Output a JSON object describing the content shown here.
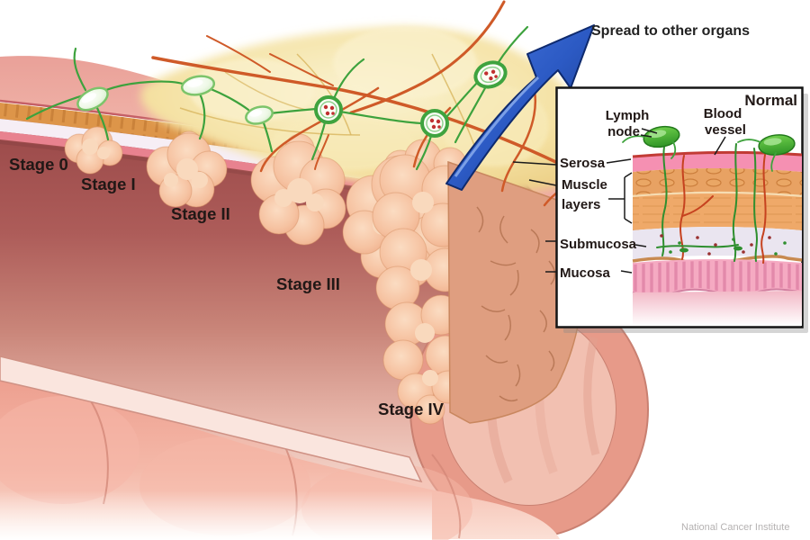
{
  "annotations": {
    "spread": "Spread to other organs",
    "credit": "National Cancer Institute"
  },
  "stage_labels": [
    "Stage 0",
    "Stage I",
    "Stage II",
    "Stage III",
    "Stage IV"
  ],
  "inset": {
    "title": "Normal",
    "lymph_node": [
      "Lymph",
      "node"
    ],
    "blood_vessel": [
      "Blood",
      "vessel"
    ],
    "layers": [
      "Serosa",
      "Muscle",
      "layers",
      "Submucosa",
      "Mucosa"
    ]
  },
  "colors": {
    "arrow_blue": "#2c5ac4",
    "lymph_green": "#3da23d",
    "vessel_red": "#cf5a28",
    "fat_yellow": "#f2dc96",
    "tumor_peach": "#f4bd9e",
    "wall_pink": "#eca69e",
    "lumen_dark": "#9a4a4a",
    "inset_border": "#151515"
  }
}
